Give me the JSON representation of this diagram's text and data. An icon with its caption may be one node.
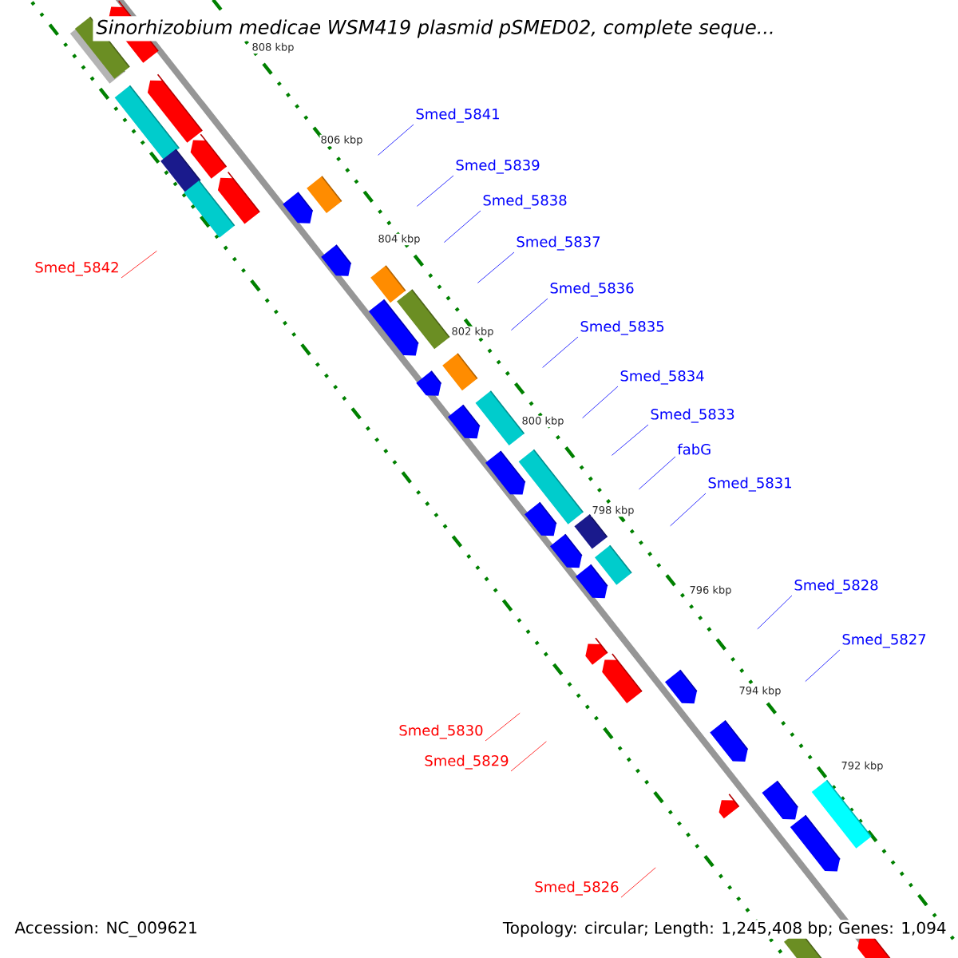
{
  "diagram": {
    "title": "Sinorhizobium medicae WSM419 plasmid pSMED02, complete seque...",
    "nodes": [
      {
        "text": [
          "Smed_5841"
        ]
      },
      {
        "text": [
          "Smed_5839"
        ]
      },
      {
        "text": [
          "Smed_5838"
        ]
      },
      {
        "text": [
          "Smed_5837"
        ]
      },
      {
        "text": [
          "Smed_5836"
        ]
      },
      {
        "text": [
          "Smed_5835"
        ]
      },
      {
        "text": [
          "Smed_5834"
        ]
      },
      {
        "text": [
          "Smed_5833"
        ]
      },
      {
        "text": [
          "fabG"
        ]
      },
      {
        "text": [
          "Smed_5831"
        ]
      },
      {
        "text": [
          "Smed_5828"
        ]
      },
      {
        "text": [
          "Smed_5827"
        ]
      },
      {
        "text": [
          "Smed_5842"
        ]
      },
      {
        "text": [
          "Smed_5830"
        ]
      },
      {
        "text": [
          "Smed_5829"
        ]
      },
      {
        "text": [
          "Smed_5826"
        ]
      }
    ],
    "edges": [
      {
        "from": 0,
        "to": null,
        "arrow": "none"
      },
      {
        "from": 1,
        "to": null,
        "arrow": "none"
      },
      {
        "from": 2,
        "to": null,
        "arrow": "none"
      },
      {
        "from": 3,
        "to": null,
        "arrow": "none"
      },
      {
        "from": 4,
        "to": null,
        "arrow": "none"
      },
      {
        "from": 5,
        "to": null,
        "arrow": "none"
      },
      {
        "from": 6,
        "to": null,
        "arrow": "none"
      },
      {
        "from": 7,
        "to": null,
        "arrow": "none"
      },
      {
        "from": 8,
        "to": null,
        "arrow": "none"
      },
      {
        "from": 9,
        "to": null,
        "arrow": "none"
      },
      {
        "from": 10,
        "to": null,
        "arrow": "none"
      },
      {
        "from": 11,
        "to": null,
        "arrow": "none"
      },
      {
        "from": 12,
        "to": null,
        "arrow": "none",
        "color": "#ff0000"
      },
      {
        "from": 13,
        "to": null,
        "arrow": "none",
        "color": "#ff0000"
      },
      {
        "from": 14,
        "to": null,
        "arrow": "none",
        "color": "#ff0000"
      },
      {
        "from": 15,
        "to": null,
        "arrow": "none",
        "color": "#ff0000"
      }
    ],
    "labels": [
      "808 kbp",
      "806 kbp",
      "804 kbp",
      "802 kbp",
      "800 kbp",
      "798 kbp",
      "796 kbp",
      "794 kbp",
      "792 kbp",
      "Accession: NC_009621",
      "Topology: circular; Length: 1,245,408 bp; Genes: 1,094"
    ]
  }
}
